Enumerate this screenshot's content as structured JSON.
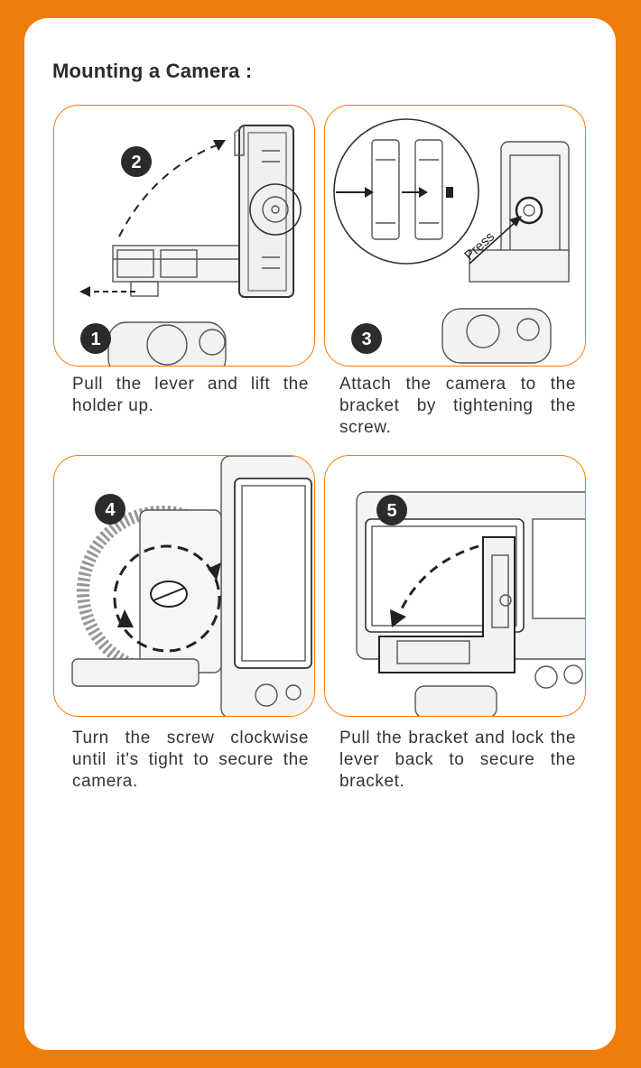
{
  "title": "Mounting a Camera :",
  "steps": [
    {
      "num": "1",
      "caption": "Pull the lever and lift the holder up."
    },
    {
      "num": "2",
      "caption": ""
    },
    {
      "num": "3",
      "caption": "Attach the camera to the bracket by tightening the screw."
    },
    {
      "num": "4",
      "caption": "Turn the screw clockwise until it's tight to secure the camera."
    },
    {
      "num": "5",
      "caption": "Pull the bracket and lock the lever back to secure the bracket."
    }
  ],
  "press_label": "Press",
  "colors": {
    "background": "#ef7d0a",
    "card": "#ffffff",
    "accent": "#ef7d0a",
    "badge": "#2b2b2b"
  }
}
